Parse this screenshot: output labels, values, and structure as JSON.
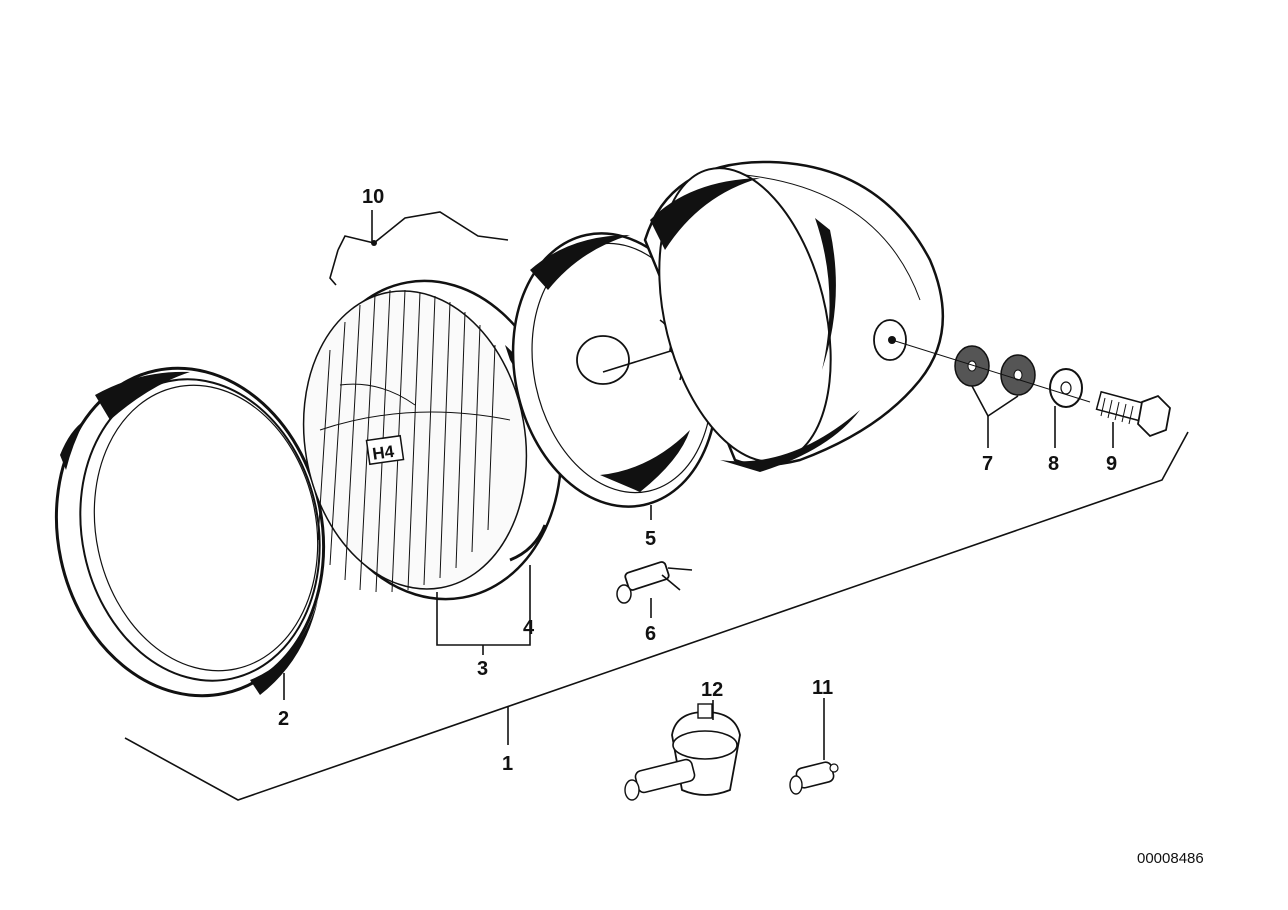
{
  "callouts": {
    "c1": "1",
    "c2": "2",
    "c3": "3",
    "c4": "4",
    "c5": "5",
    "c6": "6",
    "c7": "7",
    "c8": "8",
    "c9": "9",
    "c10": "10",
    "c11": "11",
    "c12": "12"
  },
  "lens_marking": "H4",
  "document_number": "00008486"
}
